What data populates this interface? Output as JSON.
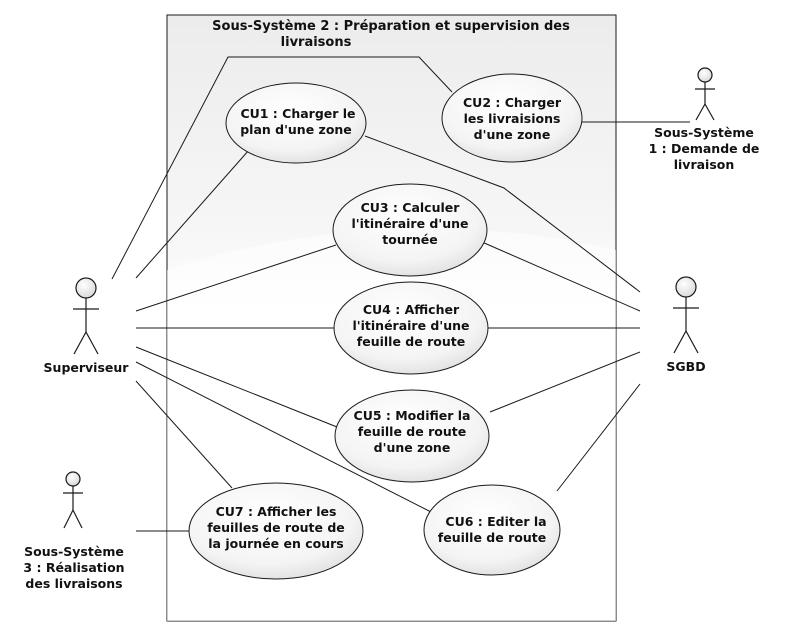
{
  "system": {
    "title_line1": "Sous-Système 2 : Préparation et supervision des",
    "title_line2": "livraisons"
  },
  "use_cases": {
    "cu1": {
      "line1": "CU1 : Charger le",
      "line2": "plan d'une zone"
    },
    "cu2": {
      "line1": "CU2 : Charger",
      "line2": "les livraisions",
      "line3": "d'une zone"
    },
    "cu3": {
      "line1": "CU3 : Calculer",
      "line2": "l'itinéraire d'une",
      "line3": "tournée"
    },
    "cu4": {
      "line1": "CU4 : Afficher",
      "line2": "l'itinéraire d'une",
      "line3": "feuille de route"
    },
    "cu5": {
      "line1": "CU5 : Modifier la",
      "line2": "feuille de route",
      "line3": "d'une zone"
    },
    "cu6": {
      "line1": "CU6 : Editer la",
      "line2": "feuille de route"
    },
    "cu7": {
      "line1": "CU7 : Afficher les",
      "line2": "feuilles de route de",
      "line3": "la journée en cours"
    }
  },
  "actors": {
    "superviseur": {
      "label": "Superviseur"
    },
    "sgbd": {
      "label": "SGBD"
    },
    "ss1": {
      "line1": "Sous-Système",
      "line2": "1 : Demande de",
      "line3": "livraison"
    },
    "ss3": {
      "line1": "Sous-Système",
      "line2": "3 : Réalisation",
      "line3": "des livraisons"
    }
  }
}
